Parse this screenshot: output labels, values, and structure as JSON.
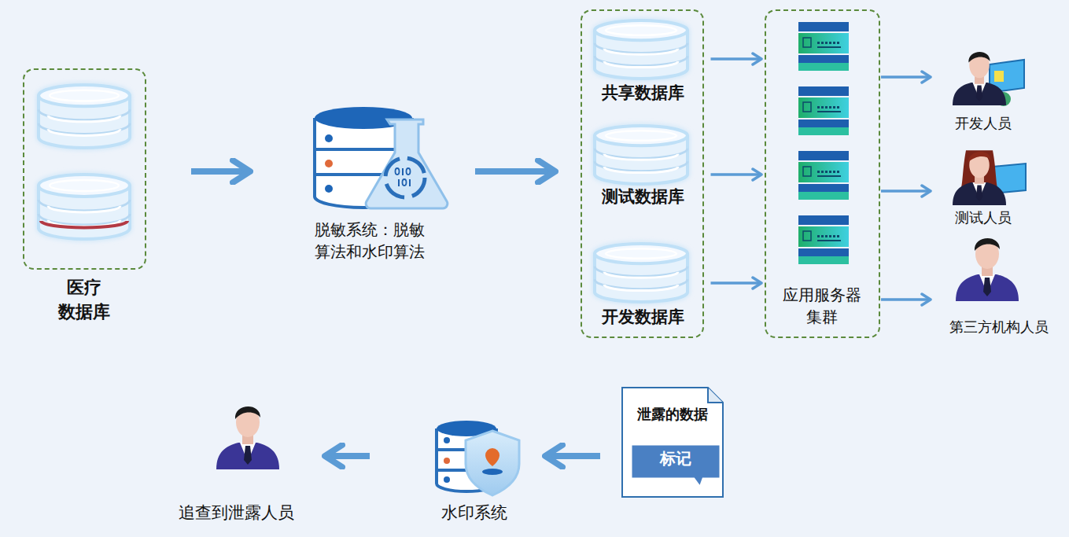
{
  "diagram": {
    "nodes": [
      {
        "text": [
          "医疗 数据库"
        ]
      },
      {
        "text": [
          "脱敏系统：脱敏 算法和水印算法"
        ]
      },
      {
        "text": []
      },
      {
        "text": [
          "共享数据库"
        ],
        "in": 2
      },
      {
        "text": [
          "测试数据库"
        ],
        "in": 2
      },
      {
        "text": [
          "开发数据库"
        ],
        "in": 2
      },
      {
        "text": [
          "应用服务器 集群"
        ]
      },
      {
        "text": [
          "开发人员"
        ]
      },
      {
        "text": [
          "测试人员"
        ]
      },
      {
        "text": [
          "第三方机构人员"
        ]
      },
      {
        "text": [
          "泄露的数据",
          "标记"
        ]
      },
      {
        "text": [
          "水印系统"
        ]
      },
      {
        "text": [
          "追查到泄露人员"
        ]
      }
    ],
    "edges": [
      {
        "from": 0,
        "to": 1,
        "arrow": "to"
      },
      {
        "from": 1,
        "to": 2,
        "arrow": "to"
      },
      {
        "from": 3,
        "to": 6,
        "arrow": "to"
      },
      {
        "from": 4,
        "to": 6,
        "arrow": "to"
      },
      {
        "from": 5,
        "to": 6,
        "arrow": "to"
      },
      {
        "from": 6,
        "to": 7,
        "arrow": "to"
      },
      {
        "from": 6,
        "to": 8,
        "arrow": "to"
      },
      {
        "from": 6,
        "to": 9,
        "arrow": "to"
      },
      {
        "from": 10,
        "to": 11,
        "arrow": "to"
      },
      {
        "from": 11,
        "to": 12,
        "arrow": "to"
      }
    ]
  }
}
